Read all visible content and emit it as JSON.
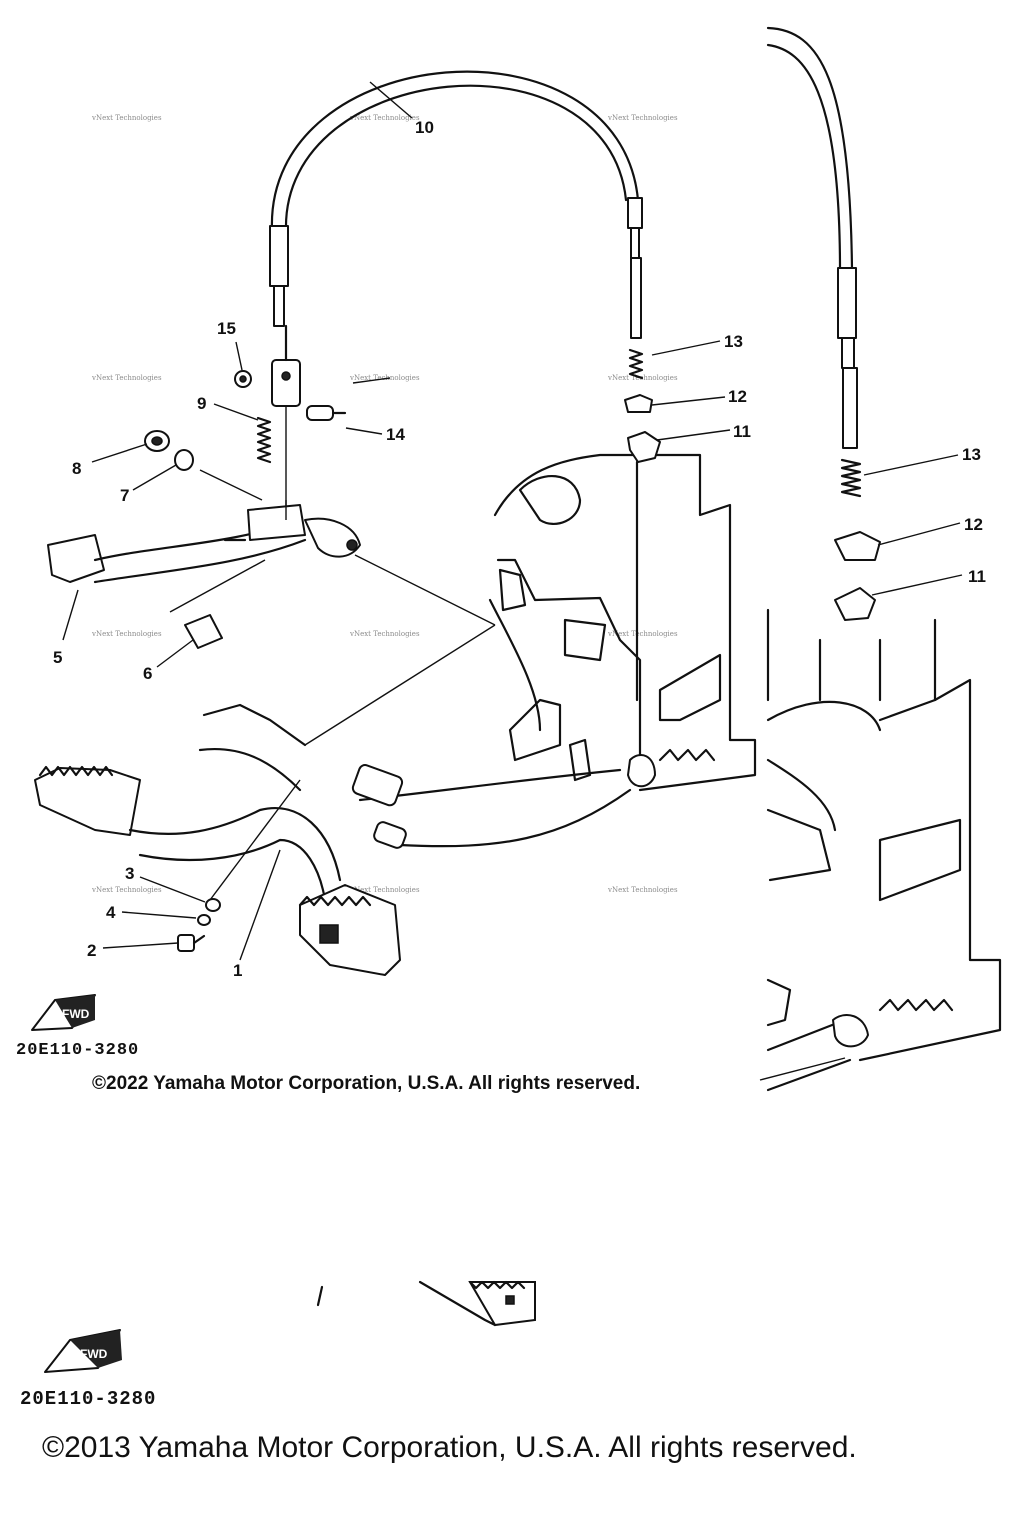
{
  "diagram": {
    "callouts": [
      {
        "id": "1",
        "label": "1"
      },
      {
        "id": "2",
        "label": "2"
      },
      {
        "id": "3",
        "label": "3"
      },
      {
        "id": "4",
        "label": "4"
      },
      {
        "id": "5",
        "label": "5"
      },
      {
        "id": "6",
        "label": "6"
      },
      {
        "id": "7",
        "label": "7"
      },
      {
        "id": "8",
        "label": "8"
      },
      {
        "id": "9",
        "label": "9"
      },
      {
        "id": "10",
        "label": "10"
      },
      {
        "id": "11",
        "label": "11"
      },
      {
        "id": "12",
        "label": "12"
      },
      {
        "id": "13",
        "label": "13"
      },
      {
        "id": "14",
        "label": "14"
      },
      {
        "id": "15",
        "label": "15"
      },
      {
        "id": "11b",
        "label": "11"
      },
      {
        "id": "12b",
        "label": "12"
      },
      {
        "id": "13b",
        "label": "13"
      }
    ],
    "part_code": "20E110-3280",
    "part_code_lower": "20E110-3280",
    "copyright_top": "©2022 Yamaha Motor Corporation, U.S.A. All rights reserved.",
    "copyright_bottom": "©2013 Yamaha Motor Corporation, U.S.A. All rights reserved.",
    "watermark": "vNext Technologies",
    "fwd_label": "FWD"
  }
}
